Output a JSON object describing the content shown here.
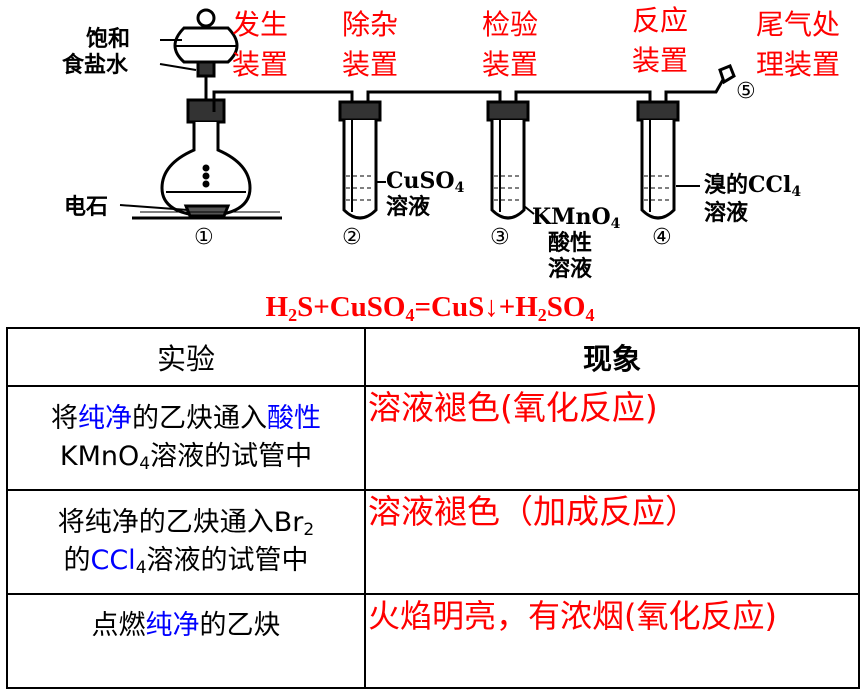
{
  "diagram": {
    "stages": {
      "s1": [
        "发生",
        "装置"
      ],
      "s2": [
        "除杂",
        "装置"
      ],
      "s3": [
        "检验",
        "装置"
      ],
      "s4": [
        "反应",
        "装置"
      ],
      "s5": [
        "尾气处",
        "理装置"
      ]
    },
    "labels": {
      "brine": [
        "饱和",
        "食盐水"
      ],
      "carbide": "电石",
      "cuso4": [
        "CuSO",
        "4",
        "溶液"
      ],
      "kmno4": [
        "KMnO",
        "4",
        "酸性",
        "溶液"
      ],
      "br2": [
        "溴的CCl",
        "4",
        "溶液"
      ]
    },
    "numbers": [
      "①",
      "②",
      "③",
      "④",
      "⑤"
    ]
  },
  "equation": {
    "parts": [
      "H",
      "2",
      "S+CuSO",
      "4",
      "=CuS↓+H",
      "2",
      "SO",
      "4"
    ]
  },
  "table": {
    "headers": [
      "实验",
      "现象"
    ],
    "rows": [
      {
        "experiment": [
          "将",
          "纯净",
          "的乙炔通入",
          "酸性",
          "KMnO",
          "4",
          "溶液的试管中"
        ],
        "phenomenon": "溶液褪色(氧化反应)"
      },
      {
        "experiment": [
          "将纯净的乙炔通入Br",
          "2",
          "的",
          "CCl",
          "4",
          "溶液的试管中"
        ],
        "phenomenon": "溶液褪色（加成反应）"
      },
      {
        "experiment": [
          "点燃",
          "纯净",
          "的乙炔"
        ],
        "phenomenon": "火焰明亮，有浓烟(氧化反应)"
      }
    ]
  },
  "colors": {
    "accent": "#ff0000",
    "highlight": "#0000ff",
    "ink": "#000000"
  }
}
